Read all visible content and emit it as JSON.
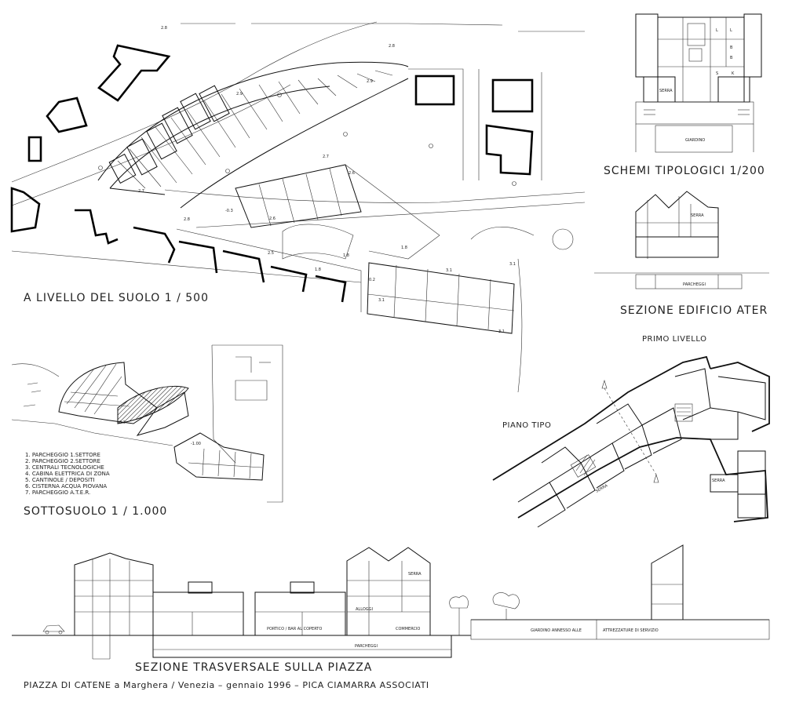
{
  "titles": {
    "ground_level": "A LIVELLO DEL SUOLO   1 / 500",
    "underground": "SOTTOSUOLO   1 / 1.000",
    "typology": "SCHEMI TIPOLOGICI 1/200",
    "section_ater": "SEZIONE EDIFICIO ATER",
    "first_level": "PRIMO LIVELLO",
    "typical_floor": "PIANO TIPO",
    "cross_section": "SEZIONE TRASVERSALE SULLA PIAZZA"
  },
  "footer": "PIAZZA DI CATENE a Marghera / Venezia  –  gennaio 1996  –  PICA CIAMARRA ASSOCIATI",
  "legend": [
    "1.   PARCHEGGIO 1.SETTORE",
    "2.   PARCHEGGIO 2.SETTORE",
    "3.   CENTRALI TECNOLOGICHE",
    "4.   CABINA ELETTRICA DI ZONA",
    "5.   CANTINOLE / DEPOSITI",
    "6.   CISTERNA ACQUA PIOVANA",
    "7.   PARCHEGGIO A.T.E.R."
  ],
  "plan_levels": {
    "l1": "2.8",
    "l2": "2.8",
    "l3": "2.9",
    "l4": "2.9",
    "l5": "2.7",
    "l6": "2.7",
    "l7": "2.6",
    "l8": "2.6",
    "l9": "-0.3",
    "l10": "2.8",
    "l11": "2.5",
    "l12": "1.8",
    "l13": "1.8",
    "l14": "1.8",
    "l15": "0.2",
    "l16": "3.1",
    "l17": "3.1",
    "l18": "3.1",
    "l19": "3.1"
  },
  "under_levels": {
    "u1": "-0.3",
    "u2": "-1.00"
  },
  "typology_labels": {
    "serra": "SERRA",
    "giardino": "GIARDINO",
    "parcheggi": "PARCHEGGI",
    "l": "L",
    "b": "B",
    "s": "S",
    "k": "K"
  },
  "section_labels": {
    "serra": "SERRA",
    "alloggi": "ALLOGGI",
    "portico": "PORTICO / BAR AL COPERTO",
    "commercio": "COMMERCIO",
    "parcheggi": "PARCHEGGI",
    "giardino": "GIARDINO ANNESSO ALLE",
    "attrezzature": "ATTREZZATURE DI SERVIZIO"
  },
  "floor_labels": {
    "serra": "SERRA"
  }
}
